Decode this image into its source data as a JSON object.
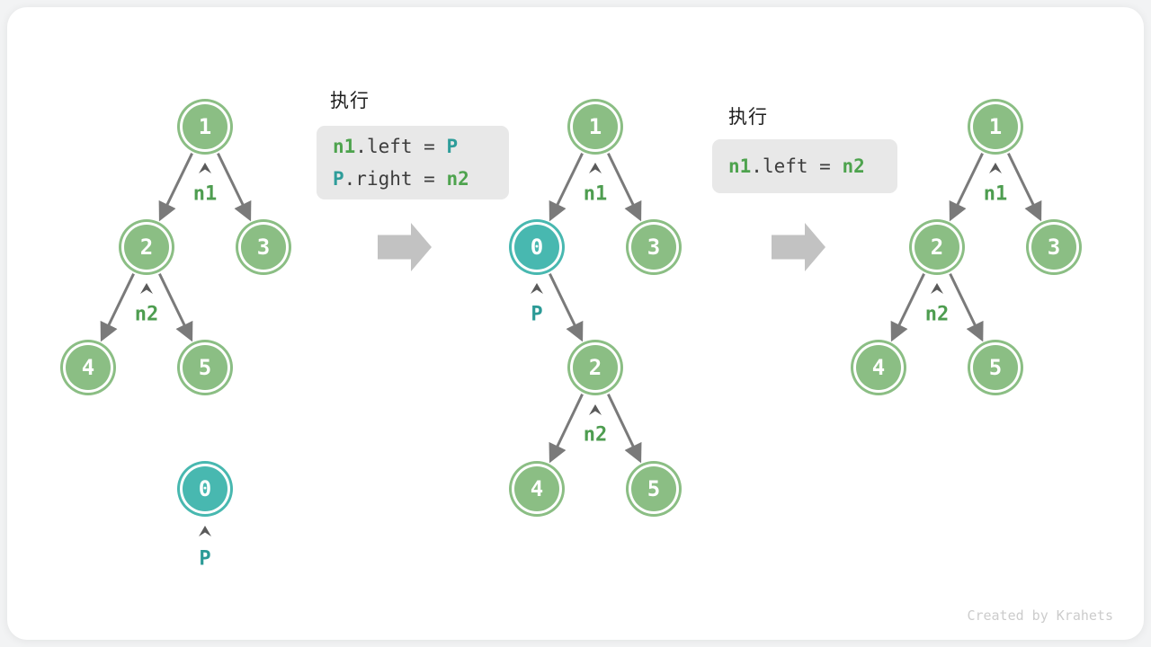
{
  "step1": {
    "tree": {
      "node1": "1",
      "node2": "2",
      "node3": "3",
      "node4": "4",
      "node5": "5"
    },
    "pointer_n1": "n1",
    "pointer_n2": "n2",
    "detached_node": "0",
    "pointer_p": "P"
  },
  "step2": {
    "exec_label": "执行",
    "code": {
      "l1a": "n1",
      "l1b": ".left = ",
      "l1c": "P",
      "l2a": "P",
      "l2b": ".right = ",
      "l2c": "n2"
    },
    "tree": {
      "node1": "1",
      "node0": "0",
      "node3": "3",
      "node2": "2",
      "node4": "4",
      "node5": "5"
    },
    "pointer_n1": "n1",
    "pointer_p": "P",
    "pointer_n2": "n2"
  },
  "step3": {
    "exec_label": "执行",
    "code": {
      "l1a": "n1",
      "l1b": ".left = ",
      "l1c": "n2"
    },
    "tree": {
      "node1": "1",
      "node2": "2",
      "node3": "3",
      "node4": "4",
      "node5": "5"
    },
    "pointer_n1": "n1",
    "pointer_n2": "n2"
  },
  "footer": {
    "credit": "Created by Krahets"
  },
  "colors": {
    "node_green": "#8bbe84",
    "node_teal": "#48b8b0",
    "pointer_green": "#4e9d50",
    "pointer_teal": "#2b9a96",
    "code_green": "#4ea34e",
    "code_teal": "#2e9d9a",
    "code_background": "#e8e8e8",
    "edge_gray": "#7a7a7a",
    "big_arrow_gray": "#c2c2c2",
    "card_background": "#ffffff",
    "page_background": "#f2f3f4"
  }
}
